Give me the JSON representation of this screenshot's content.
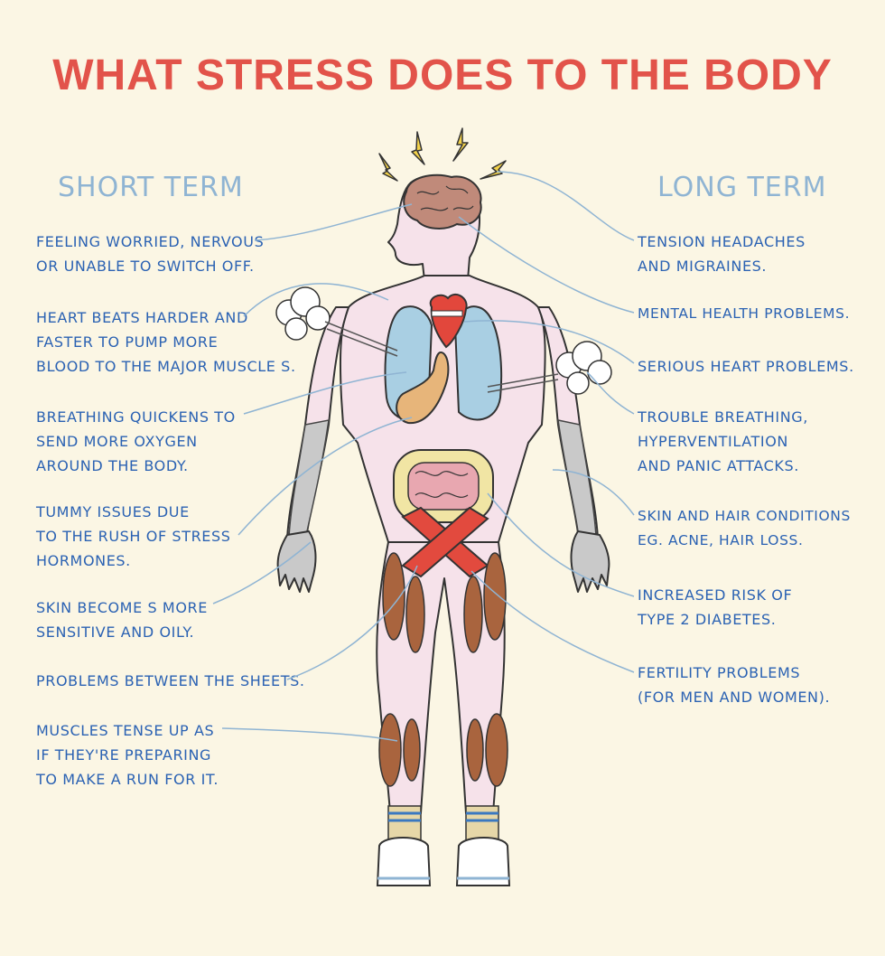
{
  "title": "WHAT STRESS DOES TO THE BODY",
  "short_term": {
    "heading": "SHORT TERM",
    "items": [
      {
        "lines": [
          "FEELING WORRIED, NERVOUS",
          "OR UNABLE TO SWITCH OFF."
        ]
      },
      {
        "lines": [
          "HEART BEATS HARDER AND",
          "FASTER TO  PUMP MORE",
          "BLOOD TO THE MAJOR MUSCLE S."
        ]
      },
      {
        "lines": [
          "BREATHING QUICKENS TO",
          "SEND MORE OXYGEN",
          "AROUND THE BODY."
        ]
      },
      {
        "lines": [
          "TUMMY  ISSUES DUE",
          "TO THE RUSH OF STRESS",
          "HORMONES."
        ]
      },
      {
        "lines": [
          "SKIN BECOME S MORE",
          "SENSITIVE AND OILY."
        ]
      },
      {
        "lines": [
          "PROBLEMS BETWEEN THE SHEETS."
        ]
      },
      {
        "lines": [
          "MUSCLES TENSE UP AS",
          "IF THEY'RE PREPARING",
          "TO MAKE A RUN FOR IT."
        ]
      }
    ]
  },
  "long_term": {
    "heading": "LONG TERM",
    "items": [
      {
        "lines": [
          "TENSION HEADACHES",
          "AND MIGRAINES."
        ]
      },
      {
        "lines": [
          "MENTAL  HEALTH  PROBLEMS."
        ]
      },
      {
        "lines": [
          "SERIOUS HEART  PROBLEMS."
        ]
      },
      {
        "lines": [
          "TROUBLE BREATHING,",
          "HYPERVENTILATION",
          "AND PANIC ATTACKS."
        ]
      },
      {
        "lines": [
          "SKIN AND HAIR CONDITIONS",
          "EG. ACNE, HAIR LOSS."
        ]
      },
      {
        "lines": [
          "INCREASED  RISK OF",
          "TYPE 2 DIABETES."
        ]
      },
      {
        "lines": [
          "FERTILITY  PROBLEMS",
          "(FOR MEN AND WOMEN)."
        ]
      }
    ]
  },
  "colors": {
    "title": "#e2534a",
    "heading": "#8fb4d3",
    "label": "#2b62b3",
    "leader": "#8fb4d3",
    "background": "#fbf6e4"
  }
}
